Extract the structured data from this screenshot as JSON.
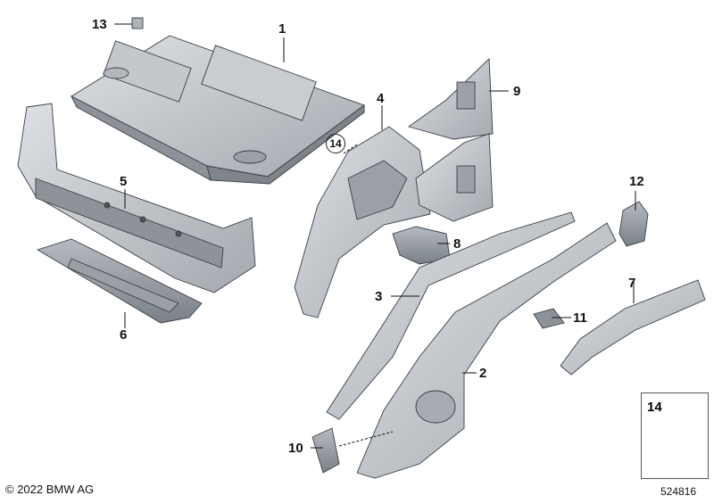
{
  "callouts": {
    "c1": "1",
    "c2": "2",
    "c3": "3",
    "c4": "4",
    "c5": "5",
    "c6": "6",
    "c7": "7",
    "c8": "8",
    "c9": "9",
    "c10": "10",
    "c11": "11",
    "c12": "12",
    "c13": "13"
  },
  "circled_ref": "14",
  "legend": {
    "part_number": "14"
  },
  "footer": {
    "copyright": "© 2022 BMW AG",
    "diagram_number": "524816"
  },
  "colors": {
    "metal_light": "#cfd3d8",
    "metal_mid": "#a9aeb4",
    "metal_dark": "#6f757c",
    "outline": "#3a3f45"
  }
}
